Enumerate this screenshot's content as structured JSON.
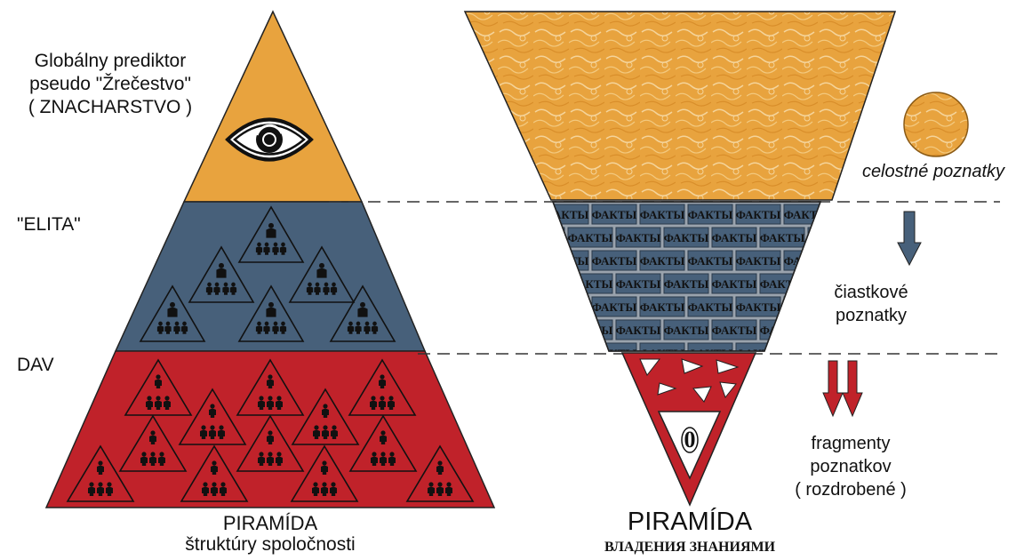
{
  "left_pyramid": {
    "tiers": {
      "top": {
        "label_line1": "Globálny prediktor",
        "label_line2": "pseudo \"Žrečestvo\"",
        "label_line3": "( ZNACHARSTVO )",
        "color": "#E8A33E",
        "icon": "eye-icon"
      },
      "middle": {
        "label": "\"ELITA\"",
        "color": "#47607A",
        "icon": "hierarchy-group-icon"
      },
      "bottom": {
        "label": "DAV",
        "color": "#C0222A",
        "icon": "crowd-group-icon"
      }
    },
    "title": "PIRAMÍDA",
    "subtitle": "štruktúry spoločnosti"
  },
  "right_pyramid": {
    "tiers": {
      "top": {
        "caption": "celostné poznatky",
        "color": "#E8A33E"
      },
      "middle": {
        "caption_line1": "čiastkové",
        "caption_line2": "poznatky",
        "brick_text": "ФАКТЫ",
        "color": "#47607A"
      },
      "bottom": {
        "caption_line1": "fragmenty",
        "caption_line2": "poznatkov",
        "caption_line3": "( rozdrobené )",
        "zero_label": "0",
        "color": "#C0222A"
      }
    },
    "title": "PIRAMÍDA",
    "subtitle": "ВЛАДЕНИЯ ЗНАНИЯМИ"
  }
}
